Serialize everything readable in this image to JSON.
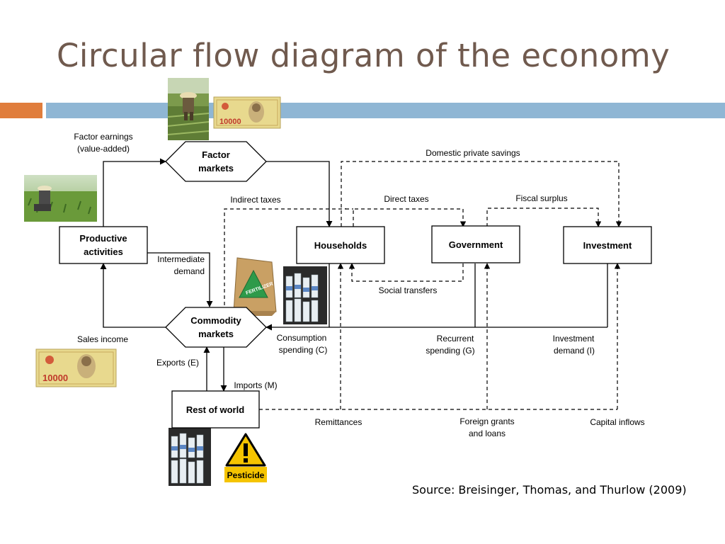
{
  "slide": {
    "title": "Circular flow diagram of the economy",
    "source": "Source: Breisinger, Thomas, and Thurlow (2009)"
  },
  "nodes": {
    "factor_markets": [
      "Factor",
      "markets"
    ],
    "commodity_markets": [
      "Commodity",
      "markets"
    ],
    "productive_activities": [
      "Productive",
      "activities"
    ],
    "households": "Households",
    "government": "Government",
    "investment": "Investment",
    "rest_of_world": "Rest of world"
  },
  "flows": {
    "factor_earnings": [
      "Factor earnings",
      "(value-added)"
    ],
    "domestic_private_savings": "Domestic private savings",
    "indirect_taxes": "Indirect taxes",
    "direct_taxes": "Direct taxes",
    "fiscal_surplus": "Fiscal surplus",
    "intermediate_demand": [
      "Intermediate",
      "demand"
    ],
    "social_transfers": "Social transfers",
    "sales_income": "Sales income",
    "consumption_spending": [
      "Consumption",
      "spending (C)"
    ],
    "recurrent_spending": [
      "Recurrent",
      "spending (G)"
    ],
    "investment_demand": [
      "Investment",
      "demand (I)"
    ],
    "exports": "Exports (E)",
    "imports": "Imports (M)",
    "remittances": "Remittances",
    "foreign_grants": [
      "Foreign grants",
      "and loans"
    ],
    "capital_inflows": "Capital inflows"
  },
  "photos": {
    "banknote_value": "10000",
    "fertilizer_bag_text": "FERTILIZER",
    "pesticide_sign_text": "Pesticide"
  }
}
